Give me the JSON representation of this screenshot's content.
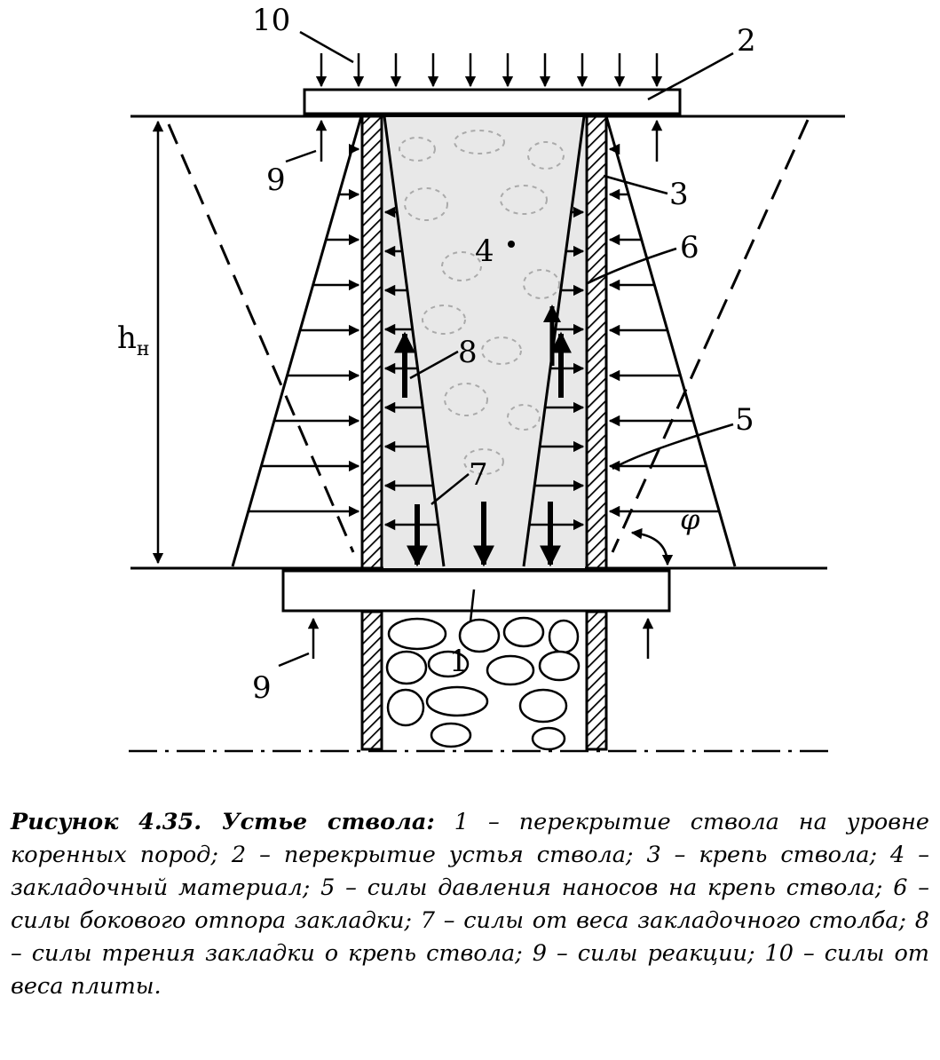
{
  "diagram": {
    "labels": {
      "n1": "1",
      "n2": "2",
      "n3": "3",
      "n4": "4",
      "n5": "5",
      "n6": "6",
      "n7": "7",
      "n8": "8",
      "n9_top": "9",
      "n9_bottom": "9",
      "n10": "10",
      "height": "h",
      "height_sub": "н",
      "angle": "φ"
    }
  },
  "caption": {
    "prefix": "Рисунок 4.35. ",
    "title": "Устье ствола:",
    "body": " 1 – перекрытие ствола на уровне коренных пород; 2 – перекрытие устья ствола; 3 – крепь ствола; 4 – закладочный материал; 5 – силы давления наносов на крепь ствола; 6 – силы бокового отпора закладки; 7 – силы от веса закладочного столба; 8 – силы трения закладки о крепь ствола; 9 – силы реакции; 10 – силы от веса плиты."
  }
}
